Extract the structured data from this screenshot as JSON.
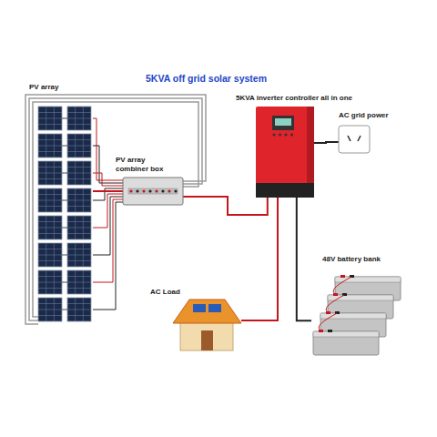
{
  "diagram": {
    "title": "5KVA off grid solar system",
    "nodes": [
      {
        "text": [
          "PV array"
        ]
      },
      {
        "text": [
          "PV array combiner box"
        ]
      },
      {
        "text": [
          "5KVA inverter controller all in one"
        ]
      },
      {
        "text": [
          "AC grid power"
        ]
      },
      {
        "text": [
          "AC Load"
        ]
      },
      {
        "text": [
          "48V battery bank"
        ]
      }
    ],
    "edges": [
      {
        "from": 0,
        "to": 1,
        "arrow": "none"
      },
      {
        "from": 1,
        "to": 2,
        "arrow": "none"
      },
      {
        "from": 2,
        "to": 3,
        "arrow": "none"
      },
      {
        "from": 2,
        "to": 4,
        "arrow": "none"
      },
      {
        "from": 2,
        "to": 5,
        "arrow": "none"
      }
    ]
  }
}
